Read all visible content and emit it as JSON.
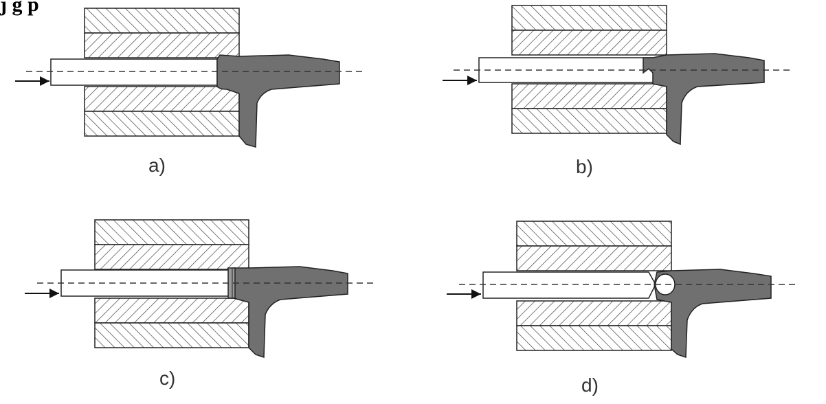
{
  "header_fragment": "j g  p",
  "panels": [
    {
      "id": "a",
      "caption": "a)"
    },
    {
      "id": "b",
      "caption": "b)"
    },
    {
      "id": "c",
      "caption": "c)"
    },
    {
      "id": "d",
      "caption": "d)"
    }
  ],
  "colors": {
    "material": "#707070",
    "outline": "#222222",
    "hatch": "#444444",
    "background": "#ffffff"
  }
}
